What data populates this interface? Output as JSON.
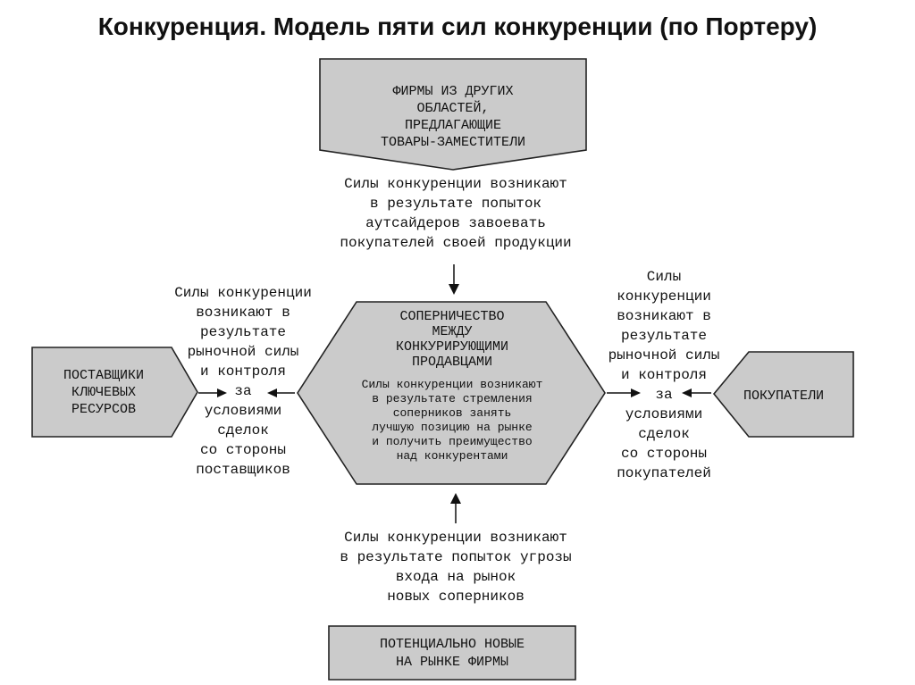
{
  "title": "Конкуренция. Модель пяти сил конкуренции (по Портеру)",
  "boxes": {
    "substitutes": [
      "ФИРМЫ ИЗ ДРУГИХ",
      "ОБЛАСТЕЙ,",
      "ПРЕДЛАГАЮЩИЕ",
      "ТОВАРЫ-ЗАМЕСТИТЕЛИ"
    ],
    "suppliers": [
      "ПОСТАВЩИКИ",
      "КЛЮЧЕВЫХ",
      "РЕСУРСОВ"
    ],
    "buyers": [
      "ПОКУПАТЕЛИ"
    ],
    "new_entrants": [
      "ПОТЕНЦИАЛЬНО НОВЫЕ",
      "НА РЫНКЕ ФИРМЫ"
    ]
  },
  "center": {
    "heading": [
      "СОПЕРНИЧЕСТВО",
      "МЕЖДУ",
      "КОНКУРИРУЮЩИМИ",
      "ПРОДАВЦАМИ"
    ],
    "body": [
      "Силы конкуренции возникают",
      "в результате стремления",
      "соперников занять",
      "лучшую позицию на рынке",
      "и получить преимущество",
      "над конкурентами"
    ]
  },
  "descriptions": {
    "top": [
      "Силы конкуренции возникают",
      "в результате попыток",
      "аутсайдеров завоевать",
      "покупателей своей продукции"
    ],
    "left": [
      "Силы конкуренции",
      "возникают в",
      "результате",
      "рыночной силы",
      "и контроля",
      "за",
      "условиями",
      "сделок",
      "со стороны",
      "поставщиков"
    ],
    "right": [
      "Силы",
      "конкуренции",
      "возникают в",
      "результате",
      "рыночной силы",
      "и контроля",
      "за",
      "условиями",
      "сделок",
      "со стороны",
      "покупателей"
    ],
    "bottom": [
      "Силы конкуренции возникают",
      "в результате попыток угрозы",
      "входа на рынок",
      "новых соперников"
    ]
  }
}
